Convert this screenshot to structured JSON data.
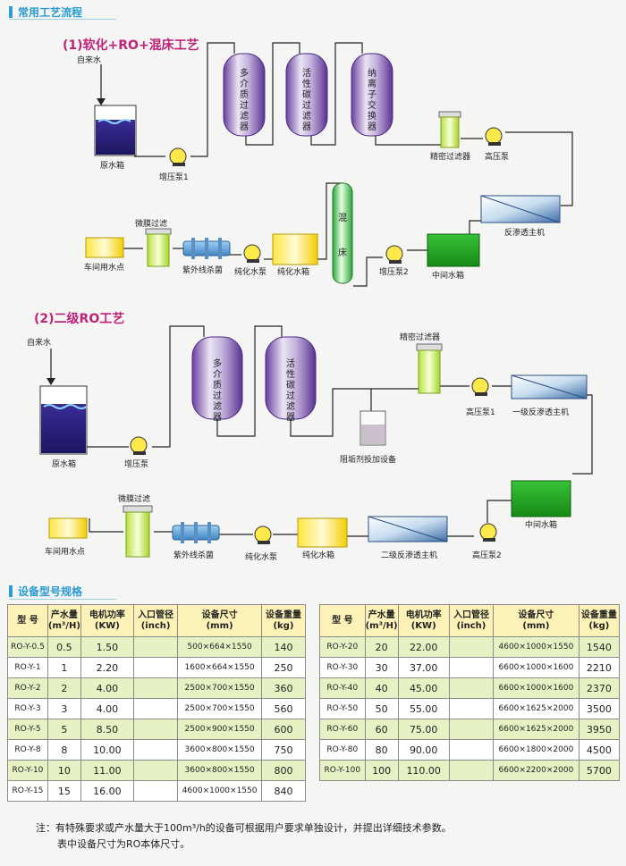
{
  "section1_title": "常用工艺流程",
  "process1": {
    "title": "(1)软化+RO+混床工艺",
    "labels": {
      "tap_water": "自来水",
      "raw_tank": "原水箱",
      "booster_pump_1": "增压泵1",
      "multi_media_filter": "多介质过滤器",
      "carbon_filter": "活性碳过滤器",
      "softener": "纳离子交换器",
      "precision_filter": "精密过滤器",
      "hp_pump": "高压泵",
      "ro_unit": "反渗透主机",
      "mid_tank": "中间水箱",
      "booster_pump_2": "增压泵2",
      "mixed_bed_1": "混",
      "mixed_bed_2": "床",
      "pure_tank": "纯化水箱",
      "pure_pump": "纯化水泵",
      "uv": "紫外线杀菌",
      "micro_filter": "微膜过滤",
      "use_point": "车间用水点"
    }
  },
  "process2": {
    "title": "(2)二级RO工艺",
    "labels": {
      "tap_water": "自来水",
      "raw_tank": "原水箱",
      "booster_pump": "增压泵",
      "multi_media_filter": "多介质过滤器",
      "carbon_filter": "活性碳过滤器",
      "dosing": "阻垢剂投加设备",
      "precision_filter": "精密过滤器",
      "hp_pump_1": "高压泵1",
      "ro1": "一级反渗透主机",
      "mid_tank": "中间水箱",
      "hp_pump_2": "高压泵2",
      "ro2": "二级反渗透主机",
      "pure_tank": "纯化水箱",
      "pure_pump": "纯化水泵",
      "uv": "紫外线杀菌",
      "micro_filter": "微膜过滤",
      "use_point": "车间用水点"
    }
  },
  "section2_title": "设备型号规格",
  "table": {
    "headers": {
      "model": "型  号",
      "flow": "产水量",
      "flow_unit": "(m³/H)",
      "power": "电机功率",
      "power_unit": "(KW)",
      "inlet": "入口管径",
      "inlet_unit": "(inch)",
      "size": "设备尺寸",
      "size_unit": "(mm)",
      "weight": "设备重量",
      "weight_unit": "(kg)"
    },
    "left": [
      {
        "model": "RO-Y-0.5",
        "flow": "0.5",
        "power": "1.50",
        "inlet": "",
        "size": "500×664×1550",
        "weight": "140"
      },
      {
        "model": "RO-Y-1",
        "flow": "1",
        "power": "2.20",
        "inlet": "",
        "size": "1600×664×1550",
        "weight": "250"
      },
      {
        "model": "RO-Y-2",
        "flow": "2",
        "power": "4.00",
        "inlet": "",
        "size": "2500×700×1550",
        "weight": "360"
      },
      {
        "model": "RO-Y-3",
        "flow": "3",
        "power": "4.00",
        "inlet": "",
        "size": "2500×700×1550",
        "weight": "560"
      },
      {
        "model": "RO-Y-5",
        "flow": "5",
        "power": "8.50",
        "inlet": "",
        "size": "2500×900×1550",
        "weight": "600"
      },
      {
        "model": "RO-Y-8",
        "flow": "8",
        "power": "10.00",
        "inlet": "",
        "size": "3600×800×1550",
        "weight": "750"
      },
      {
        "model": "RO-Y-10",
        "flow": "10",
        "power": "11.00",
        "inlet": "",
        "size": "3600×800×1550",
        "weight": "800"
      },
      {
        "model": "RO-Y-15",
        "flow": "15",
        "power": "16.00",
        "inlet": "",
        "size": "4600×1000×1550",
        "weight": "840"
      }
    ],
    "right": [
      {
        "model": "RO-Y-20",
        "flow": "20",
        "power": "22.00",
        "inlet": "",
        "size": "4600×1000×1550",
        "weight": "1540"
      },
      {
        "model": "RO-Y-30",
        "flow": "30",
        "power": "37.00",
        "inlet": "",
        "size": "6600×1000×1600",
        "weight": "2210"
      },
      {
        "model": "RO-Y-40",
        "flow": "40",
        "power": "45.00",
        "inlet": "",
        "size": "6600×1000×1600",
        "weight": "2370"
      },
      {
        "model": "RO-Y-50",
        "flow": "50",
        "power": "55.00",
        "inlet": "",
        "size": "6600×1625×2000",
        "weight": "3500"
      },
      {
        "model": "RO-Y-60",
        "flow": "60",
        "power": "75.00",
        "inlet": "",
        "size": "6600×1625×2000",
        "weight": "3950"
      },
      {
        "model": "RO-Y-80",
        "flow": "80",
        "power": "90.00",
        "inlet": "",
        "size": "6600×1800×2000",
        "weight": "4500"
      },
      {
        "model": "RO-Y-100",
        "flow": "100",
        "power": "110.00",
        "inlet": "",
        "size": "6600×2200×2000",
        "weight": "5700"
      }
    ]
  },
  "notes": {
    "line1": "注：有特殊要求或产水量大于100m³/h的设备可根据用户要求单独设计，并提出详细技术参数。",
    "line2": "表中设备尺寸为RO本体尺寸。"
  }
}
